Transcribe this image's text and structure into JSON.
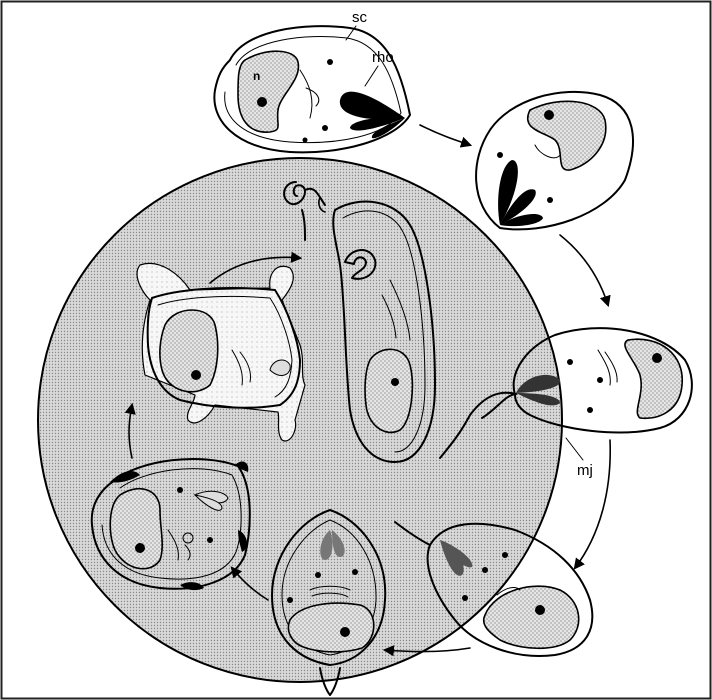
{
  "labels": {
    "sc": "sc",
    "rho": "rho",
    "n": "n",
    "mj": "mj"
  },
  "colors": {
    "ink": "#000000",
    "host_cell": "#d4d4d4",
    "cytoplasm": "#f7f7f7",
    "nucleus": "#d0d0d0",
    "rhoptry": "#000000",
    "background": "#ffffff"
  }
}
